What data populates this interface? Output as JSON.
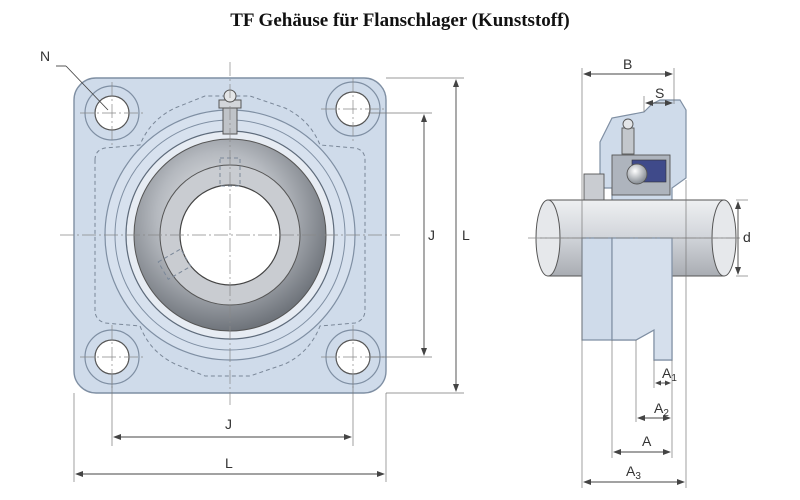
{
  "title": "TF Gehäuse für Flanschlager (Kunststoff)",
  "front_view": {
    "label_N": "N",
    "label_J_vertical": "J",
    "label_L_vertical": "L",
    "label_J_horizontal": "J",
    "label_L_horizontal": "L"
  },
  "side_view": {
    "label_B": "B",
    "label_S": "S",
    "label_d": "d",
    "label_A1": "A",
    "label_A1_sub": "1",
    "label_A2": "A",
    "label_A2_sub": "2",
    "label_A": "A",
    "label_A3": "A",
    "label_A3_sub": "3"
  },
  "colors": {
    "housing": "#cfdbea",
    "housing_stroke": "#7f8fa3",
    "bearing_ring": "#9a9ea4",
    "shaft": "#d8dbe0"
  }
}
